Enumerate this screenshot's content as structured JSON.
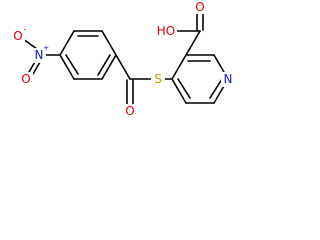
{
  "molecule": {
    "atoms": {
      "nitro_O_top": {
        "text": "O",
        "charge": "-"
      },
      "nitro_N": {
        "text": "N",
        "charge": "+"
      },
      "nitro_O_bottom": {
        "text": "O"
      },
      "thioester_S": {
        "text": "S"
      },
      "carbonyl_O": {
        "text": "O"
      },
      "carboxyl_OH": {
        "text": "HO"
      },
      "carboxyl_O": {
        "text": "O"
      },
      "pyridine_N": {
        "text": "N"
      }
    },
    "colors": {
      "bond": "#000000",
      "oxygen": "#e00000",
      "nitrogen": "#1414e0",
      "sulfur": "#c8a000"
    }
  }
}
